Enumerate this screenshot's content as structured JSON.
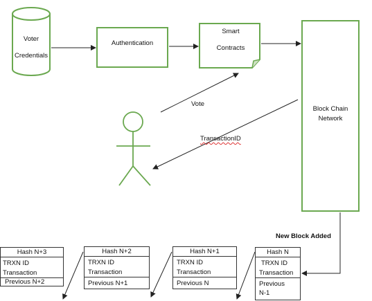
{
  "diagram": {
    "voter_credentials": {
      "line1": "Voter",
      "line2": "Credentials"
    },
    "authentication": "Authentication",
    "smart_contracts": {
      "line1": "Smart",
      "line2": "Contracts"
    },
    "blockchain": {
      "line1": "Block Chain",
      "line2": "Network"
    },
    "vote_label": "Vote",
    "transaction_label": "TransactionID",
    "new_block_label": "New Block Added",
    "colors": {
      "green": "#6aa84f",
      "line": "#222222",
      "squiggle": "#d33333"
    },
    "blocks": [
      {
        "hash": "Hash N+3",
        "trxn": "TRXN ID",
        "transaction": "Transaction",
        "previous": "Previous N+2",
        "previous2": ""
      },
      {
        "hash": "Hash N+2",
        "trxn": "TRXN ID",
        "transaction": "Transaction",
        "previous": "Previous N+1",
        "previous2": ""
      },
      {
        "hash": "Hash N+1",
        "trxn": "TRXN ID",
        "transaction": "Transaction",
        "previous": "Previous N",
        "previous2": ""
      },
      {
        "hash": "Hash N",
        "trxn": "TRXN ID",
        "transaction": "Transaction",
        "previous": "Previous",
        "previous2": "N-1"
      }
    ]
  }
}
